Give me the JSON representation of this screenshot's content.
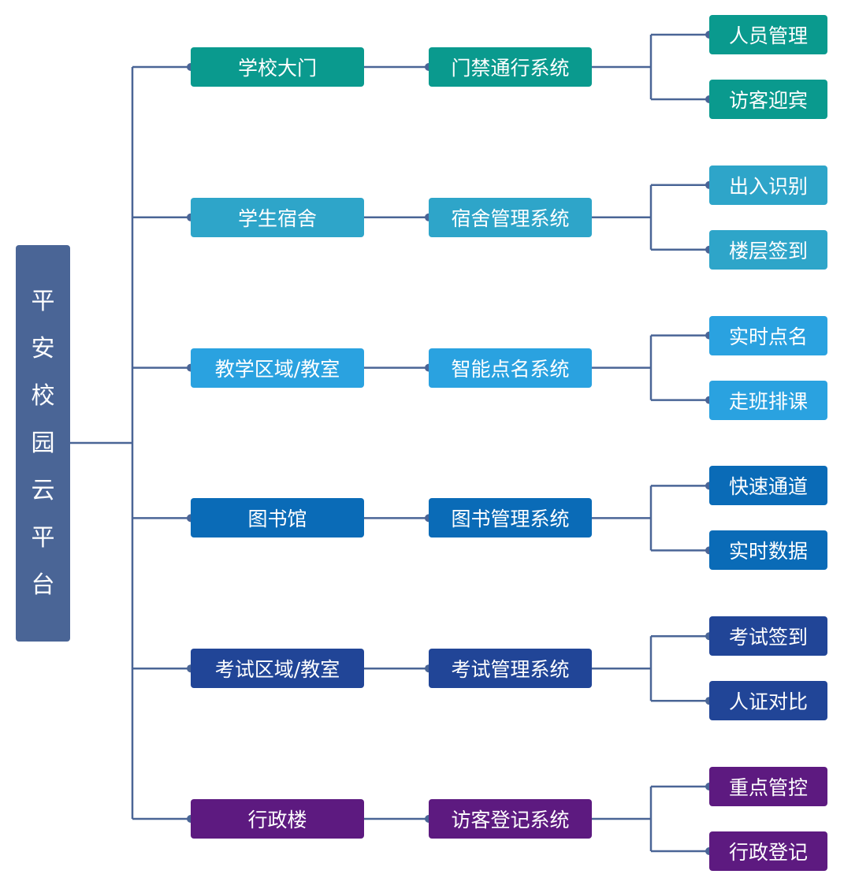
{
  "root": {
    "label": "平安校园云平台",
    "color": "#4a6596"
  },
  "connector_color": "#4a6596",
  "rows": [
    {
      "area": "学校大门",
      "system": "门禁通行系统",
      "functions": [
        "人员管理",
        "访客迎宾"
      ],
      "color": "#0a9a8e"
    },
    {
      "area": "学生宿舍",
      "system": "宿舍管理系统",
      "functions": [
        "出入识别",
        "楼层签到"
      ],
      "color": "#2ea5c9"
    },
    {
      "area": "教学区域/教室",
      "system": "智能点名系统",
      "functions": [
        "实时点名",
        "走班排课"
      ],
      "color": "#2aa2e0"
    },
    {
      "area": "图书馆",
      "system": "图书管理系统",
      "functions": [
        "快速通道",
        "实时数据"
      ],
      "color": "#0a6bb7"
    },
    {
      "area": "考试区域/教室",
      "system": "考试管理系统",
      "functions": [
        "考试签到",
        "人证对比"
      ],
      "color": "#214597"
    },
    {
      "area": "行政楼",
      "system": "访客登记系统",
      "functions": [
        "重点管控",
        "行政登记"
      ],
      "color": "#5d1a80"
    }
  ]
}
